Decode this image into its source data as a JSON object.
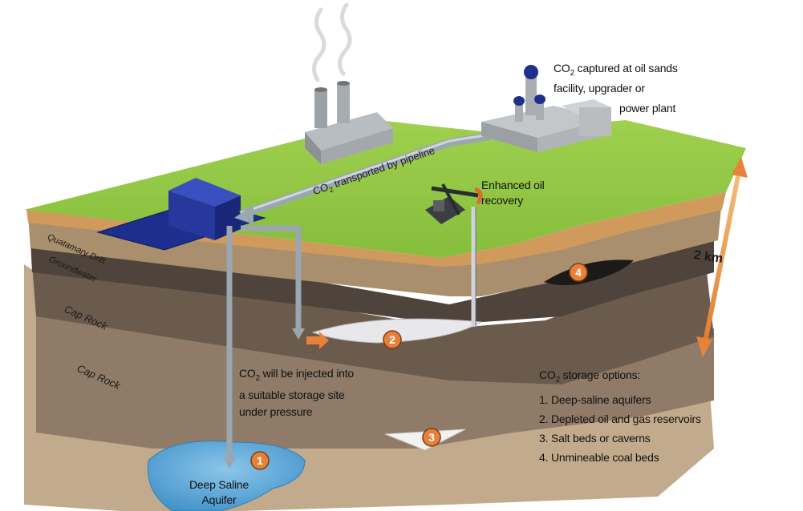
{
  "labels": {
    "captured_line1_prefix": "CO",
    "captured_line1_sub": "2",
    "captured_line1_rest": " captured at oil sands",
    "captured_line2": "facility, upgrader or",
    "captured_line3": "power plant",
    "pipeline_prefix": "CO",
    "pipeline_sub": "2",
    "pipeline_rest": " transported by pipeline",
    "eor_line1": "Enhanced oil",
    "eor_line2": "recovery",
    "depth": "2 km",
    "inject_line1_prefix": "CO",
    "inject_line1_sub": "2",
    "inject_line1_rest": " will be injected into",
    "inject_line2": "a suitable storage site",
    "inject_line3": "under pressure",
    "aquifer_line1": "Deep Saline",
    "aquifer_line2": "Aquifer",
    "layer_quaternary": "Quatamary Drift",
    "layer_groundwater": "Groundwater",
    "layer_cap1": "Cap Rock",
    "layer_cap2": "Cap Rock"
  },
  "storage_options": {
    "title_prefix": "CO",
    "title_sub": "2",
    "title_rest": " storage options:",
    "items": [
      "1. Deep-saline aquifers",
      "2. Depleted oil and gas reservoirs",
      "3. Salt beds or caverns",
      "4. Unmineable coal beds"
    ]
  },
  "markers": [
    "1",
    "2",
    "3",
    "4"
  ],
  "colors": {
    "ground": "#8ec63f",
    "badge": "#e9803a",
    "pipe": "#a9b4bd",
    "storage_building": "#1f2f8c",
    "aquifer": "#4fa0d2"
  }
}
